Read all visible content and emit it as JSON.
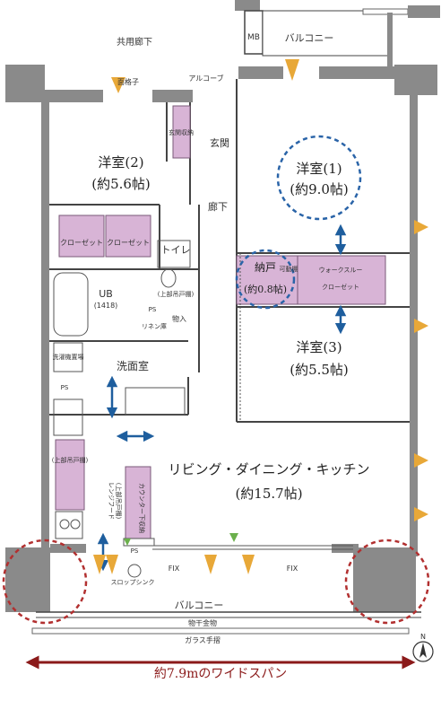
{
  "labels": {
    "common_corridor": "共用廊下",
    "mb": "MB",
    "balcony_top": "バルコニー",
    "lattice": "面格子",
    "alcove": "アルコーブ",
    "entrance_storage": "玄関収納",
    "entrance": "玄関",
    "room1_name": "洋室(1)",
    "room1_size": "(約9.0帖)",
    "room2_name": "洋室(2)",
    "room2_size": "(約5.6帖)",
    "room3_name": "洋室(3)",
    "room3_size": "(約5.5帖)",
    "hallway": "廊下",
    "closet_1": "クローゼット",
    "closet_2": "クローゼット",
    "toilet": "トイレ",
    "upper_cabinet_toilet": "(上部吊戸棚)",
    "ub": "UB",
    "ub_size": "(1418)",
    "storeroom_name": "納戸",
    "storeroom_size": "(約0.8帖)",
    "movable_shelf": "可動棚",
    "walkthrough": "ウォークスルー",
    "walkthrough_closet": "クローゼット",
    "ps": "PS",
    "linen": "リネン庫",
    "storage": "物入",
    "washer": "洗濯機置場",
    "washroom": "洗面室",
    "ldk_name": "リビング・ダイニング・キッチン",
    "ldk_size": "(約15.7帖)",
    "upper_cabinet_kitchen": "(上部吊戸棚)",
    "range_hood": "レンジフード",
    "upper_cabinet_range": "(上部吊戸棚)",
    "counter_storage": "カウンター下収納",
    "fix_left": "FIX",
    "fix_right": "FIX",
    "slop_sink": "スロップシンク",
    "balcony_bottom": "バルコニー",
    "drying_rack": "物干金物",
    "glass_railing": "ガラス手摺",
    "north": "N",
    "wide_span": "約7.9mのワイドスパン"
  },
  "colors": {
    "wall": "#8a8a8a",
    "storage": "#d8b4d6",
    "accent_arrow": "#1e5e9e",
    "circle_blue": "#2a64a8",
    "circle_red": "#b23030",
    "span_arrow": "#8b1a1a"
  }
}
